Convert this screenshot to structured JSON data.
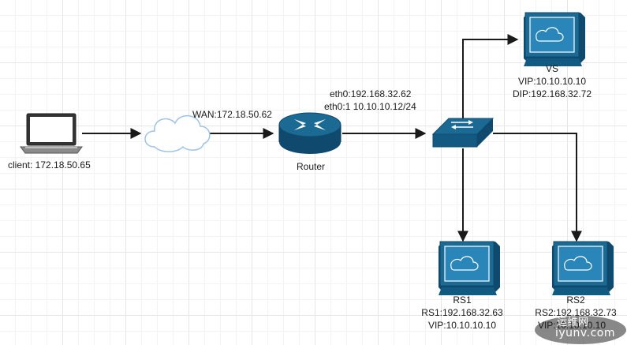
{
  "nodes": {
    "client": {
      "label": "client: 172.18.50.65"
    },
    "router": {
      "label": "Router",
      "wan": "WAN:172.18.50.62",
      "eth0": "eth0:192.168.32.62",
      "eth0_1": "eth0:1 10.10.10.12/24"
    },
    "vs": {
      "name": "VS",
      "vip": "VIP:10.10.10.10",
      "dip": "DIP:192.168.32.72"
    },
    "rs1": {
      "name": "RS1",
      "ip": "RS1:192.168.32.63",
      "vip": "VIP:10.10.10.10"
    },
    "rs2": {
      "name": "RS2",
      "ip": "RS2:192.168.32.73",
      "vip": "VIP:10.10.10.10"
    }
  },
  "watermark": {
    "text": "iyunv.com",
    "cn": "运维网"
  },
  "colors": {
    "device": "#1b6a94",
    "device_dark": "#0f4a6e",
    "line": "#1a1a1a"
  }
}
